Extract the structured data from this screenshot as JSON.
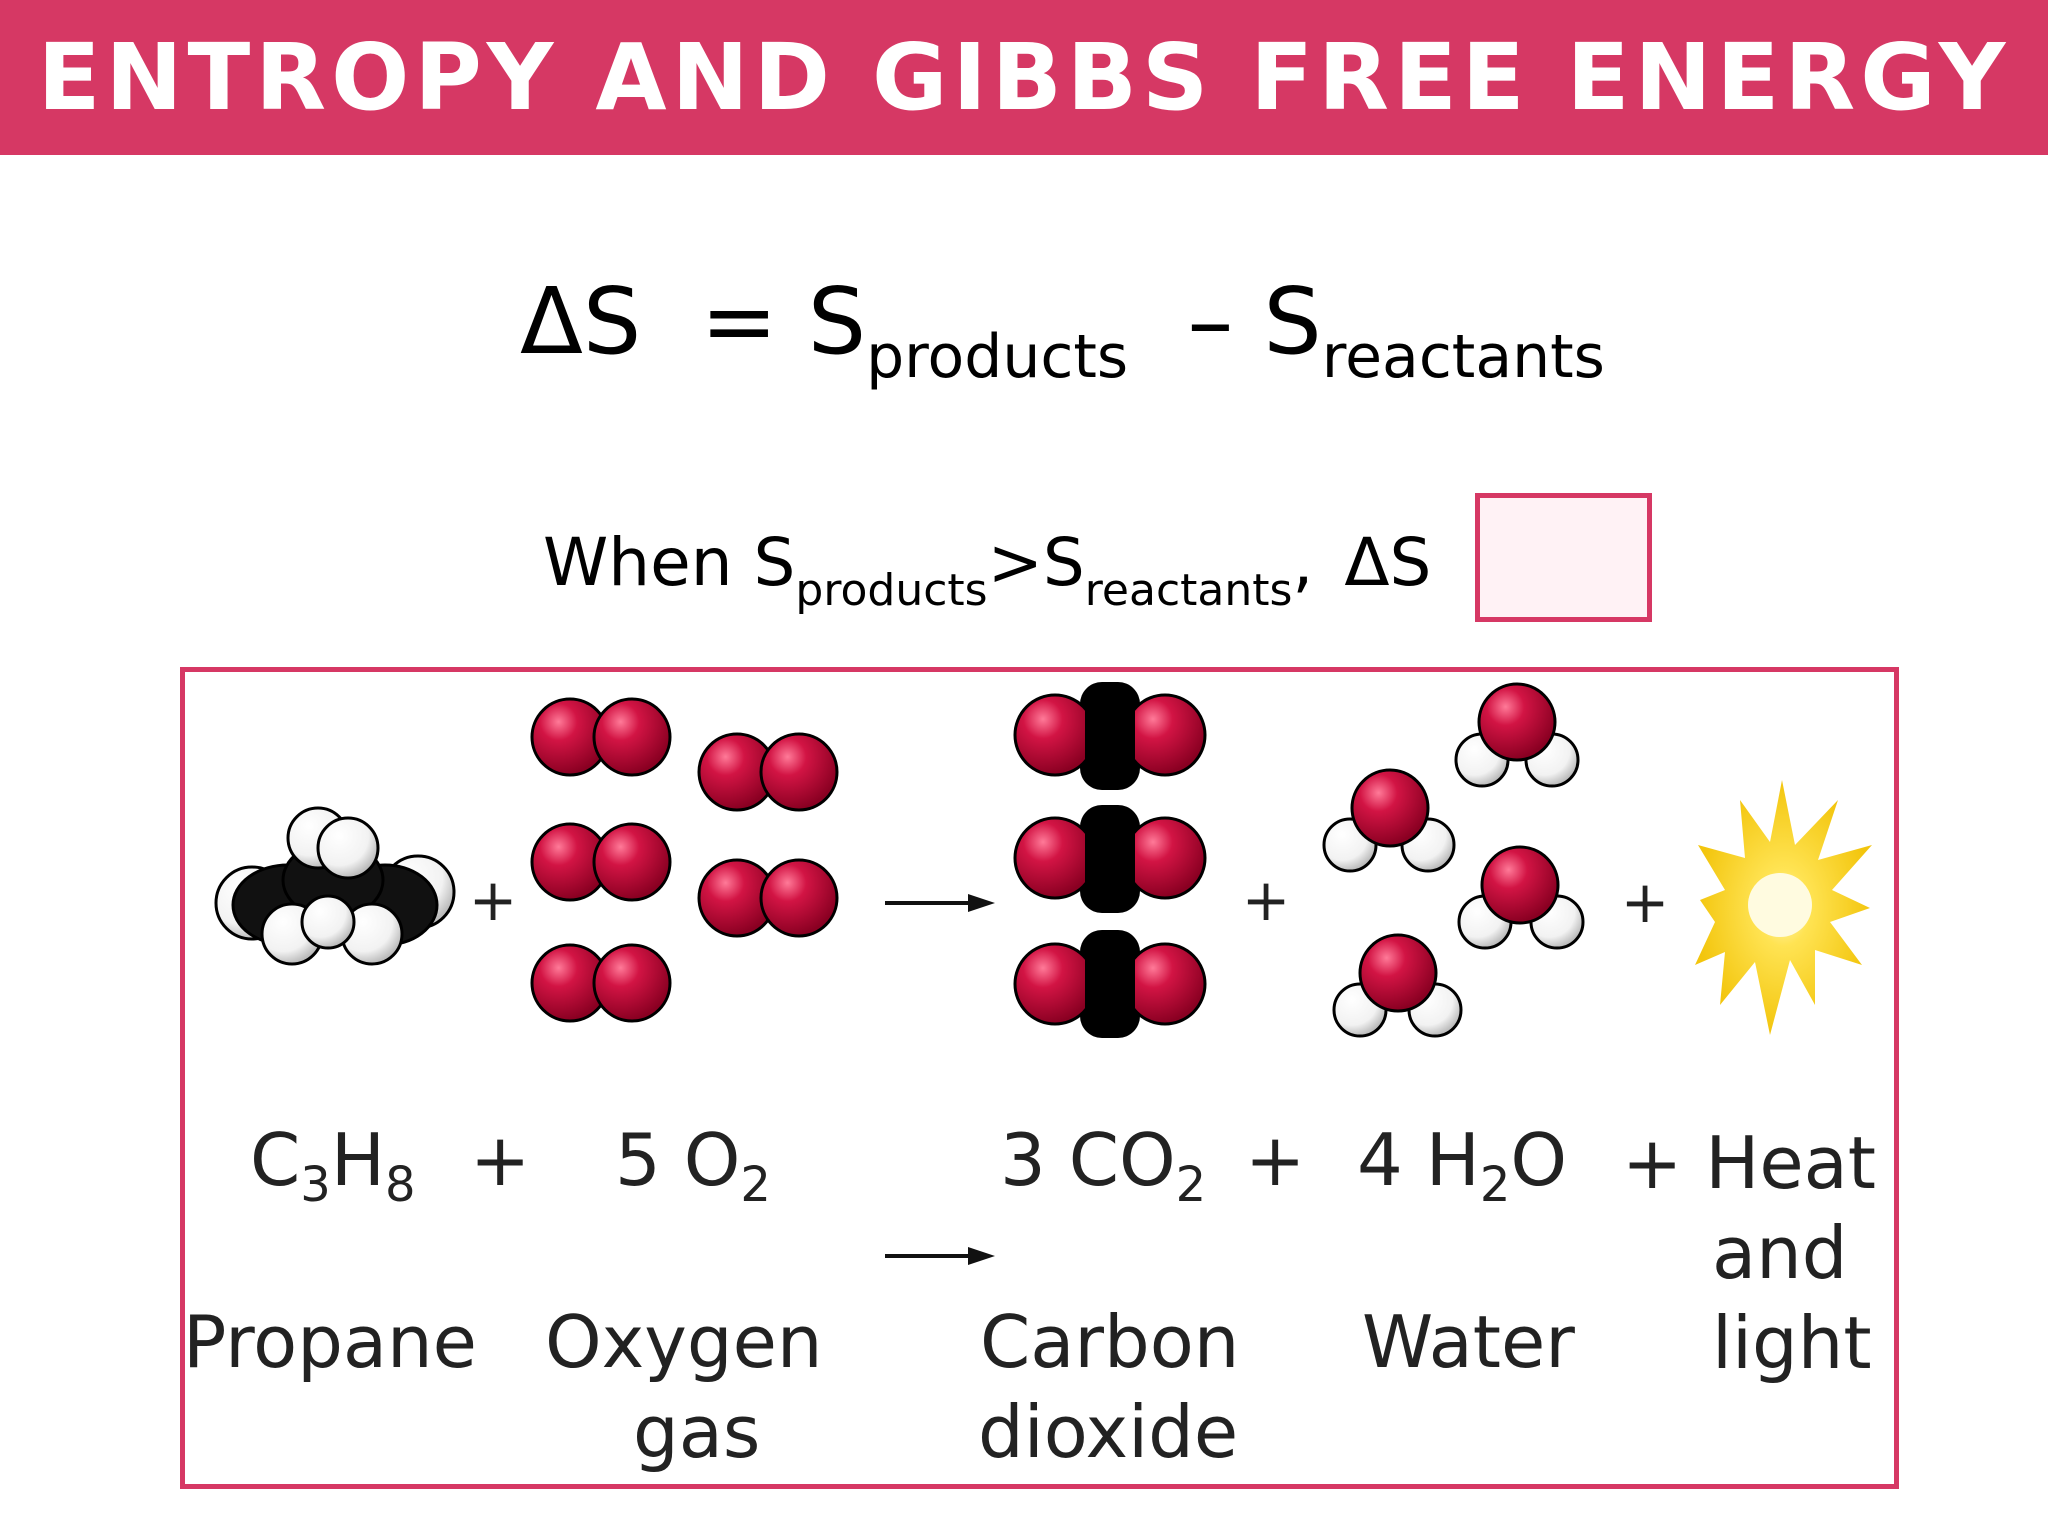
{
  "title": "ENTROPY AND GIBBS FREE ENERGY",
  "equation": {
    "lhs": "ΔS",
    "equals": "=",
    "s1": "S",
    "s1_sub": "products",
    "minus": "–",
    "s2": "S",
    "s2_sub": "reactants"
  },
  "condition": {
    "when": "When",
    "s1": "S",
    "s1_sub": "products",
    "gt": ">",
    "s2": "S",
    "s2_sub": "reactants",
    "comma": ",",
    "delta": "ΔS"
  },
  "reaction": {
    "formulas": {
      "propane_main": "C",
      "propane_sub1": "3",
      "propane_h": "H",
      "propane_sub2": "8",
      "plus1": "+",
      "oxygen_coef": "5 O",
      "oxygen_sub": "2",
      "co2_coef": "3 CO",
      "co2_sub": "2",
      "plus2": "+",
      "water_coef": "4 H",
      "water_sub": "2",
      "water_o": "O",
      "plus3": "+ Heat",
      "heat_2": "and",
      "heat_3": "light"
    },
    "names": {
      "propane": "Propane",
      "oxygen_1": "Oxygen",
      "oxygen_2": "gas",
      "carbon_1": "Carbon",
      "carbon_2": "dioxide",
      "water": "Water"
    },
    "plus_sign": "+"
  },
  "colors": {
    "accent": "#d63864",
    "oxygen": "#c8143c",
    "carbon": "#000000",
    "hydrogen": "#ffffff",
    "heat": "#f5c800"
  }
}
